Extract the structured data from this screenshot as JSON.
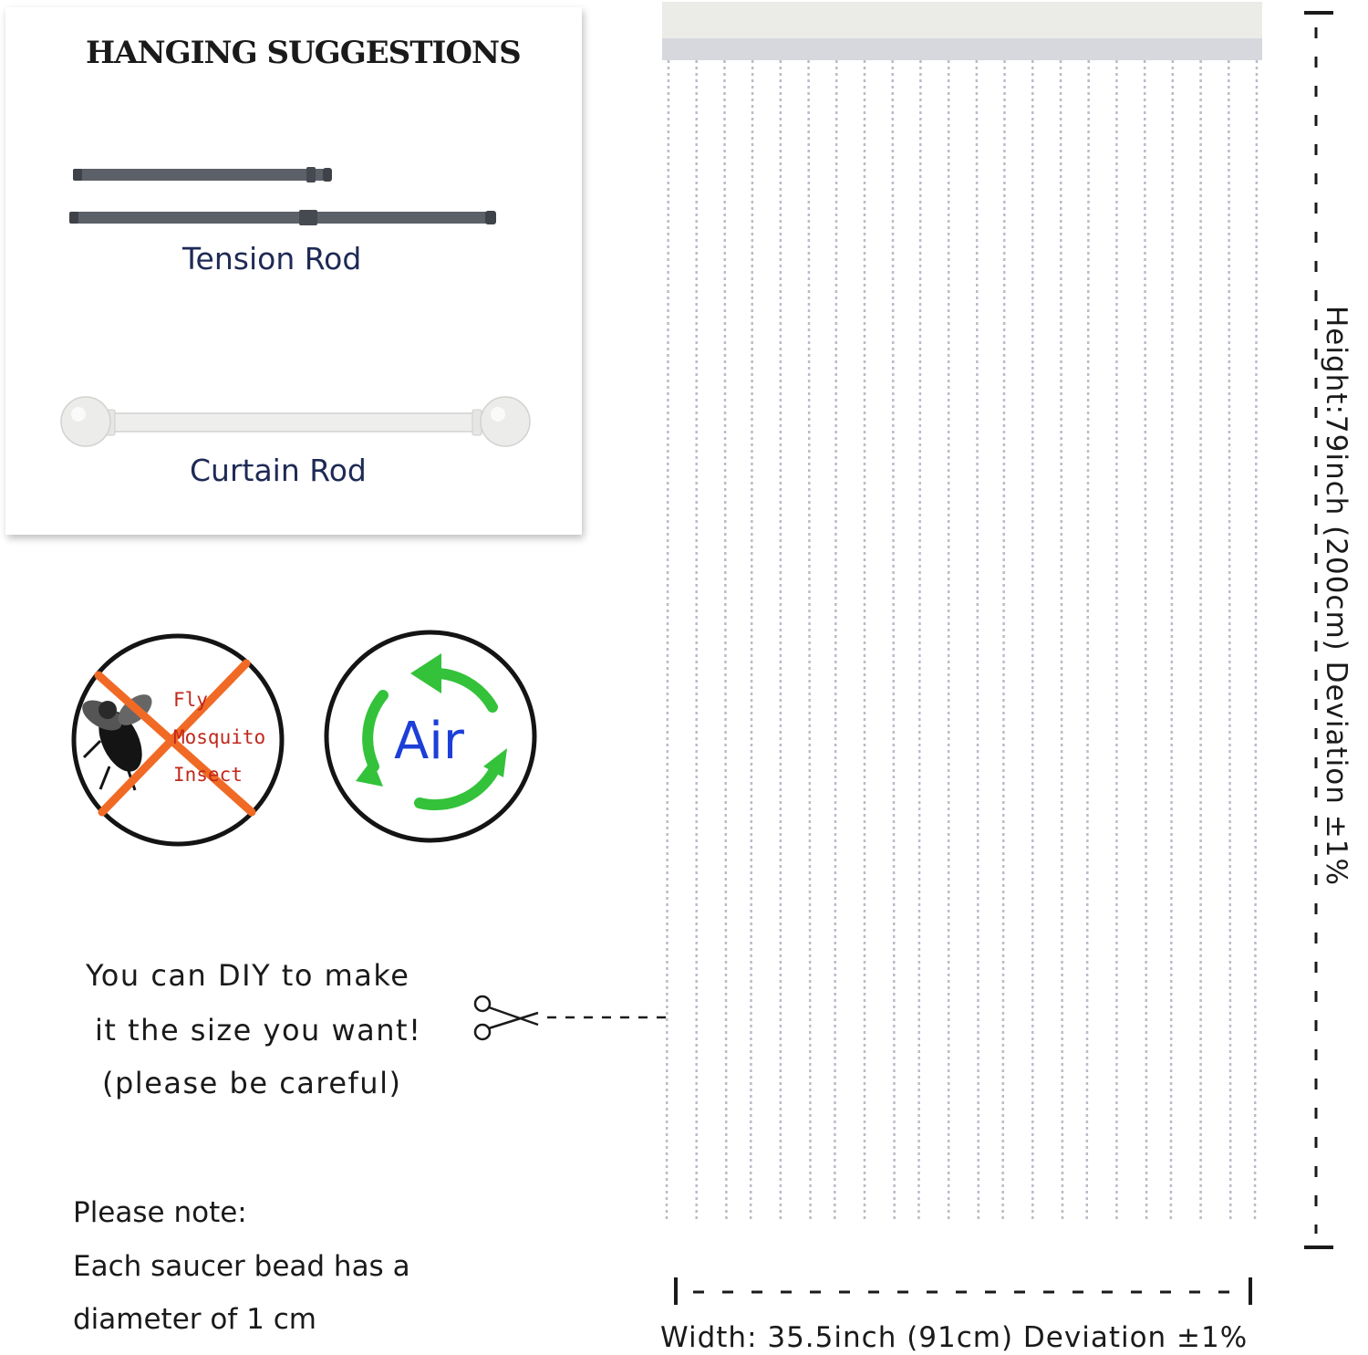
{
  "hanging": {
    "title": "HANGING SUGGESTIONS",
    "tension_rod_label": "Tension Rod",
    "curtain_rod_label": "Curtain Rod"
  },
  "pest_icon": {
    "lines": [
      "Fly",
      "Mosquito",
      "Insect"
    ]
  },
  "air_icon": {
    "label": "Air"
  },
  "diy": {
    "line1": "You can DIY to make",
    "line2": "it the size you want!",
    "line3": "(please be careful)"
  },
  "note": {
    "line1": "Please note:",
    "line2": "Each saucer bead has a",
    "line3": "diameter of 1 cm"
  },
  "dimensions": {
    "width": "Width: 35.5inch (91cm) Deviation ±1%",
    "height": "Height:79inch (200cm) Deviation ±1%"
  },
  "colors": {
    "title": "#1a1a1a",
    "rod_label": "#1e2a55",
    "cross": "#f06a25",
    "pest_text": "#c0281c",
    "air_text": "#1d3fd8",
    "air_arrows": "#33c23a",
    "strands": "#b8bcc8"
  },
  "icons": [
    "tension-rod-icon",
    "curtain-rod-icon",
    "fly-icon",
    "recycle-arrows-icon",
    "scissors-icon"
  ]
}
